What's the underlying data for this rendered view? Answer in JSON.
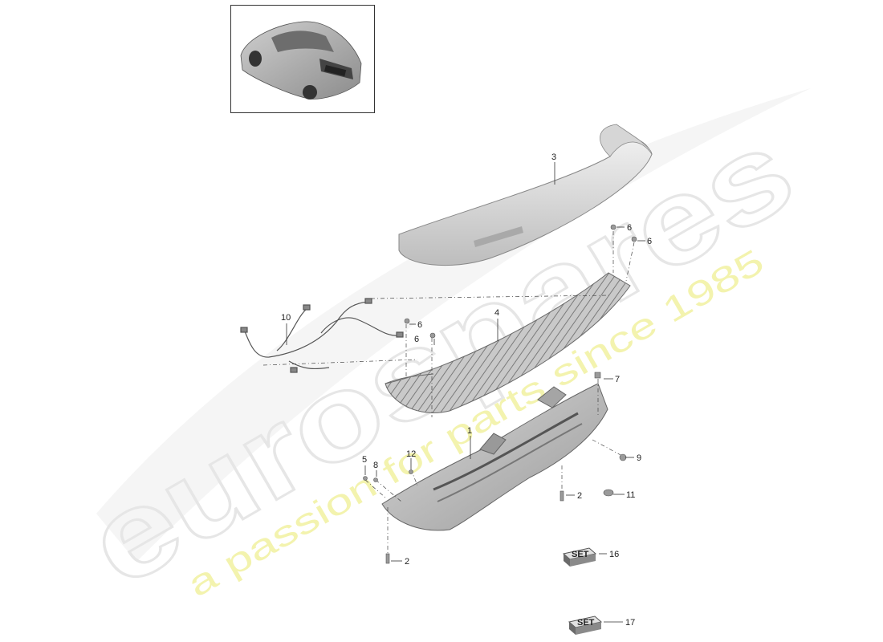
{
  "watermark": {
    "brand": "eurospares",
    "tagline": "a passion for parts since 1985",
    "colors": {
      "brand": "#e9e9e9",
      "tagline": "#f2f2a6"
    }
  },
  "thumbnail": {
    "icon": "car-thumbnail-icon"
  },
  "parts": [
    {
      "number": "1",
      "part": "rear-spoiler-frame"
    },
    {
      "number": "2",
      "part": "pin"
    },
    {
      "number": "2",
      "part": "pin"
    },
    {
      "number": "3",
      "part": "rear-spoiler-cover"
    },
    {
      "number": "4",
      "part": "spoiler-grille"
    },
    {
      "number": "5",
      "part": "screw"
    },
    {
      "number": "6",
      "part": "clip"
    },
    {
      "number": "6",
      "part": "clip"
    },
    {
      "number": "6",
      "part": "clip"
    },
    {
      "number": "6",
      "part": "clip"
    },
    {
      "number": "7",
      "part": "clip"
    },
    {
      "number": "8",
      "part": "bolt"
    },
    {
      "number": "9",
      "part": "nut"
    },
    {
      "number": "10",
      "part": "wiring-harness"
    },
    {
      "number": "11",
      "part": "grommet"
    },
    {
      "number": "12",
      "part": "screw"
    },
    {
      "number": "16",
      "part": "set"
    },
    {
      "number": "17",
      "part": "set"
    }
  ],
  "set_label": "SET"
}
